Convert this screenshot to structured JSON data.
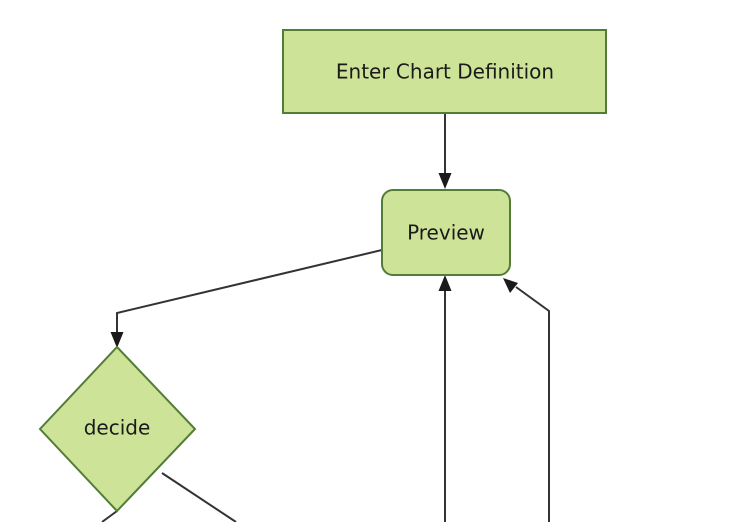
{
  "diagram": {
    "type": "flowchart",
    "title": "",
    "background_color": "#ffffff",
    "node_fill_color": "#cde498",
    "node_border_color": "#537d36",
    "edge_color": "#333333",
    "nodes": [
      {
        "id": "enter-chart-definition",
        "label": "Enter Chart Definition",
        "shape": "rectangle"
      },
      {
        "id": "preview",
        "label": "Preview",
        "shape": "rounded-rectangle"
      },
      {
        "id": "decide",
        "label": "decide",
        "shape": "diamond"
      }
    ],
    "edges": [
      {
        "from": "enter-chart-definition",
        "to": "preview",
        "label": ""
      },
      {
        "from": "preview",
        "to": "decide",
        "label": ""
      },
      {
        "from": "offscreen-bottom-center",
        "to": "preview",
        "label": ""
      },
      {
        "from": "offscreen-bottom-right",
        "to": "preview",
        "label": ""
      },
      {
        "from": "decide",
        "to": "offscreen-bottom-left",
        "label": ""
      },
      {
        "from": "decide",
        "to": "offscreen-bottom-right-branch",
        "label": ""
      }
    ]
  }
}
